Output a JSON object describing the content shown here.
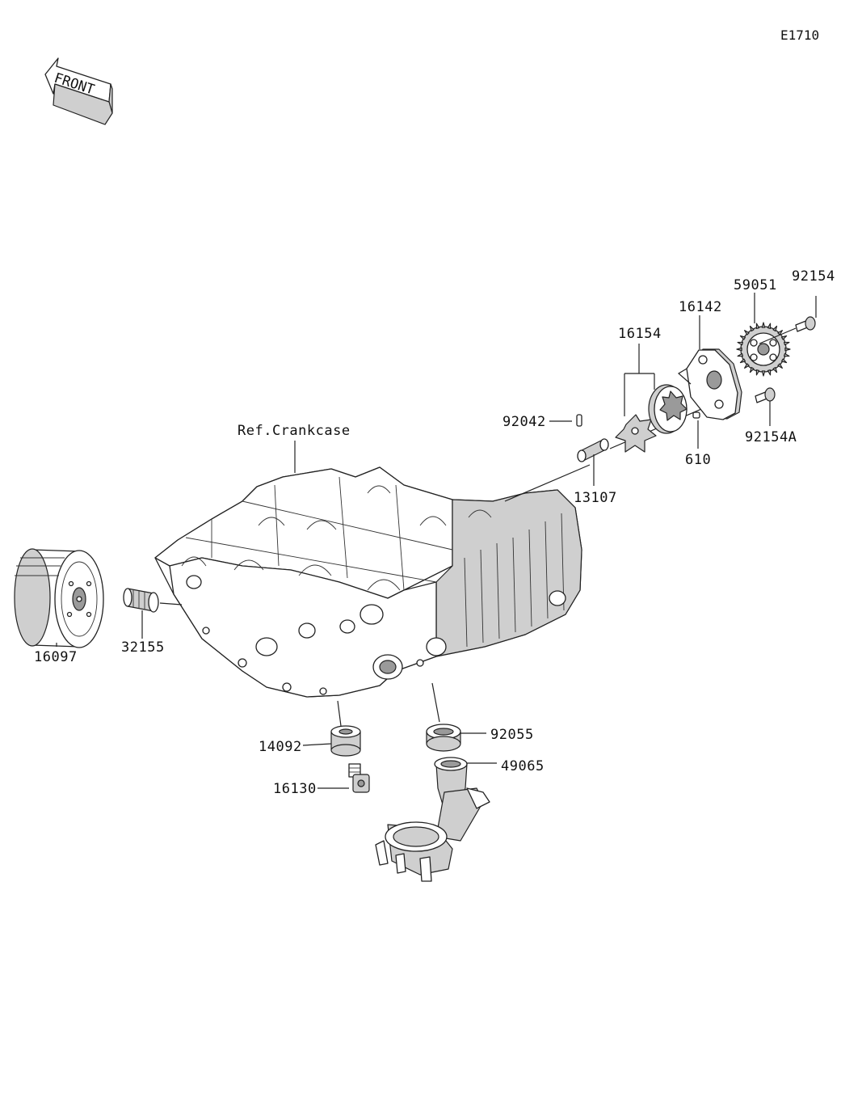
{
  "diagram_code": "E1710",
  "front_label": "FRONT",
  "ref_label": "Ref.Crankcase",
  "parts": {
    "p92154": "92154",
    "p59051": "59051",
    "p16142": "16142",
    "p16154": "16154",
    "p92042": "92042",
    "p13107": "13107",
    "p610": "610",
    "p92154A": "92154A",
    "p16097": "16097",
    "p32155": "32155",
    "p14092": "14092",
    "p92055": "92055",
    "p49065": "49065",
    "p16130": "16130"
  }
}
